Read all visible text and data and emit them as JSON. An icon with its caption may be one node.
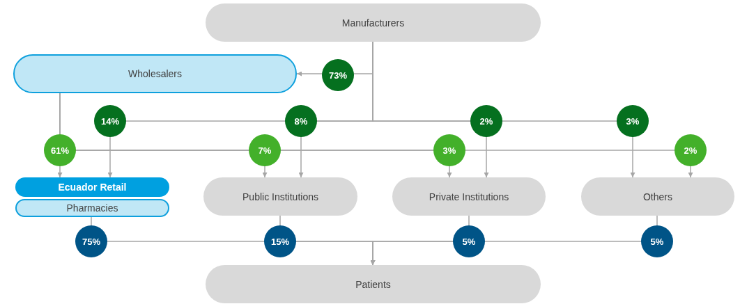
{
  "diagram": {
    "nodes": [
      {
        "text": [
          "Manufacturers"
        ]
      },
      {
        "text": [
          "Wholesalers"
        ]
      },
      {
        "text": [
          "Ecuador Retail"
        ]
      },
      {
        "text": [
          "Pharmacies"
        ]
      },
      {
        "text": [
          "Public Institutions"
        ]
      },
      {
        "text": [
          "Private Institutions"
        ]
      },
      {
        "text": [
          "Others"
        ]
      },
      {
        "text": [
          "Patients"
        ]
      }
    ],
    "edges": [
      {
        "from": 0,
        "to": 1,
        "arrow": "to",
        "label": "73%"
      },
      {
        "from": 0,
        "to": 2,
        "arrow": "to",
        "label": "14%"
      },
      {
        "from": 0,
        "to": 4,
        "arrow": "to",
        "label": "8%"
      },
      {
        "from": 0,
        "to": 5,
        "arrow": "to",
        "label": "2%"
      },
      {
        "from": 0,
        "to": 6,
        "arrow": "to",
        "label": "3%"
      },
      {
        "from": 1,
        "to": 2,
        "arrow": "to",
        "label": "61%"
      },
      {
        "from": 1,
        "to": 4,
        "arrow": "to",
        "label": "7%"
      },
      {
        "from": 1,
        "to": 5,
        "arrow": "to",
        "label": "3%"
      },
      {
        "from": 1,
        "to": 6,
        "arrow": "to",
        "label": "2%"
      },
      {
        "from": 3,
        "to": 7,
        "arrow": "to",
        "label": "75%"
      },
      {
        "from": 4,
        "to": 7,
        "arrow": "to",
        "label": "15%"
      },
      {
        "from": 5,
        "to": 7,
        "arrow": "to",
        "label": "5%"
      },
      {
        "from": 6,
        "to": 7,
        "arrow": "to",
        "label": "5%"
      }
    ]
  }
}
